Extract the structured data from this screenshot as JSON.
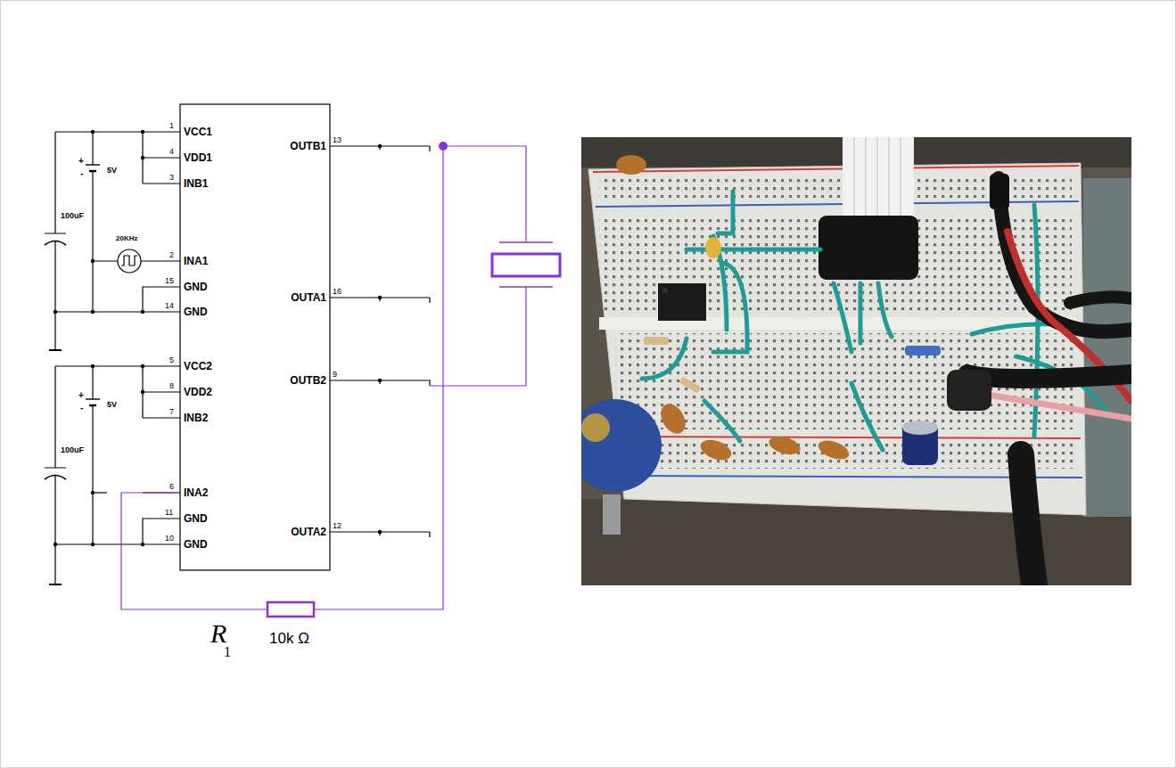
{
  "diagram": {
    "labels": [
      "1",
      "VCC1",
      "+",
      "5V",
      "-",
      "4",
      "VDD1",
      "3",
      "INB1",
      "100uF",
      "20KHz",
      "2",
      "INA1",
      "15",
      "GND",
      "14",
      "GND",
      "5",
      "VCC2",
      "+",
      "5V",
      "-",
      "8",
      "VDD2",
      "7",
      "INB2",
      "100uF",
      "6",
      "INA2",
      "11",
      "GND",
      "10",
      "GND",
      "13",
      "OUTB1",
      "16",
      "OUTA1",
      "9",
      "OUTB2",
      "12",
      "OUTA2",
      "R",
      "1",
      "10k Ω"
    ]
  }
}
